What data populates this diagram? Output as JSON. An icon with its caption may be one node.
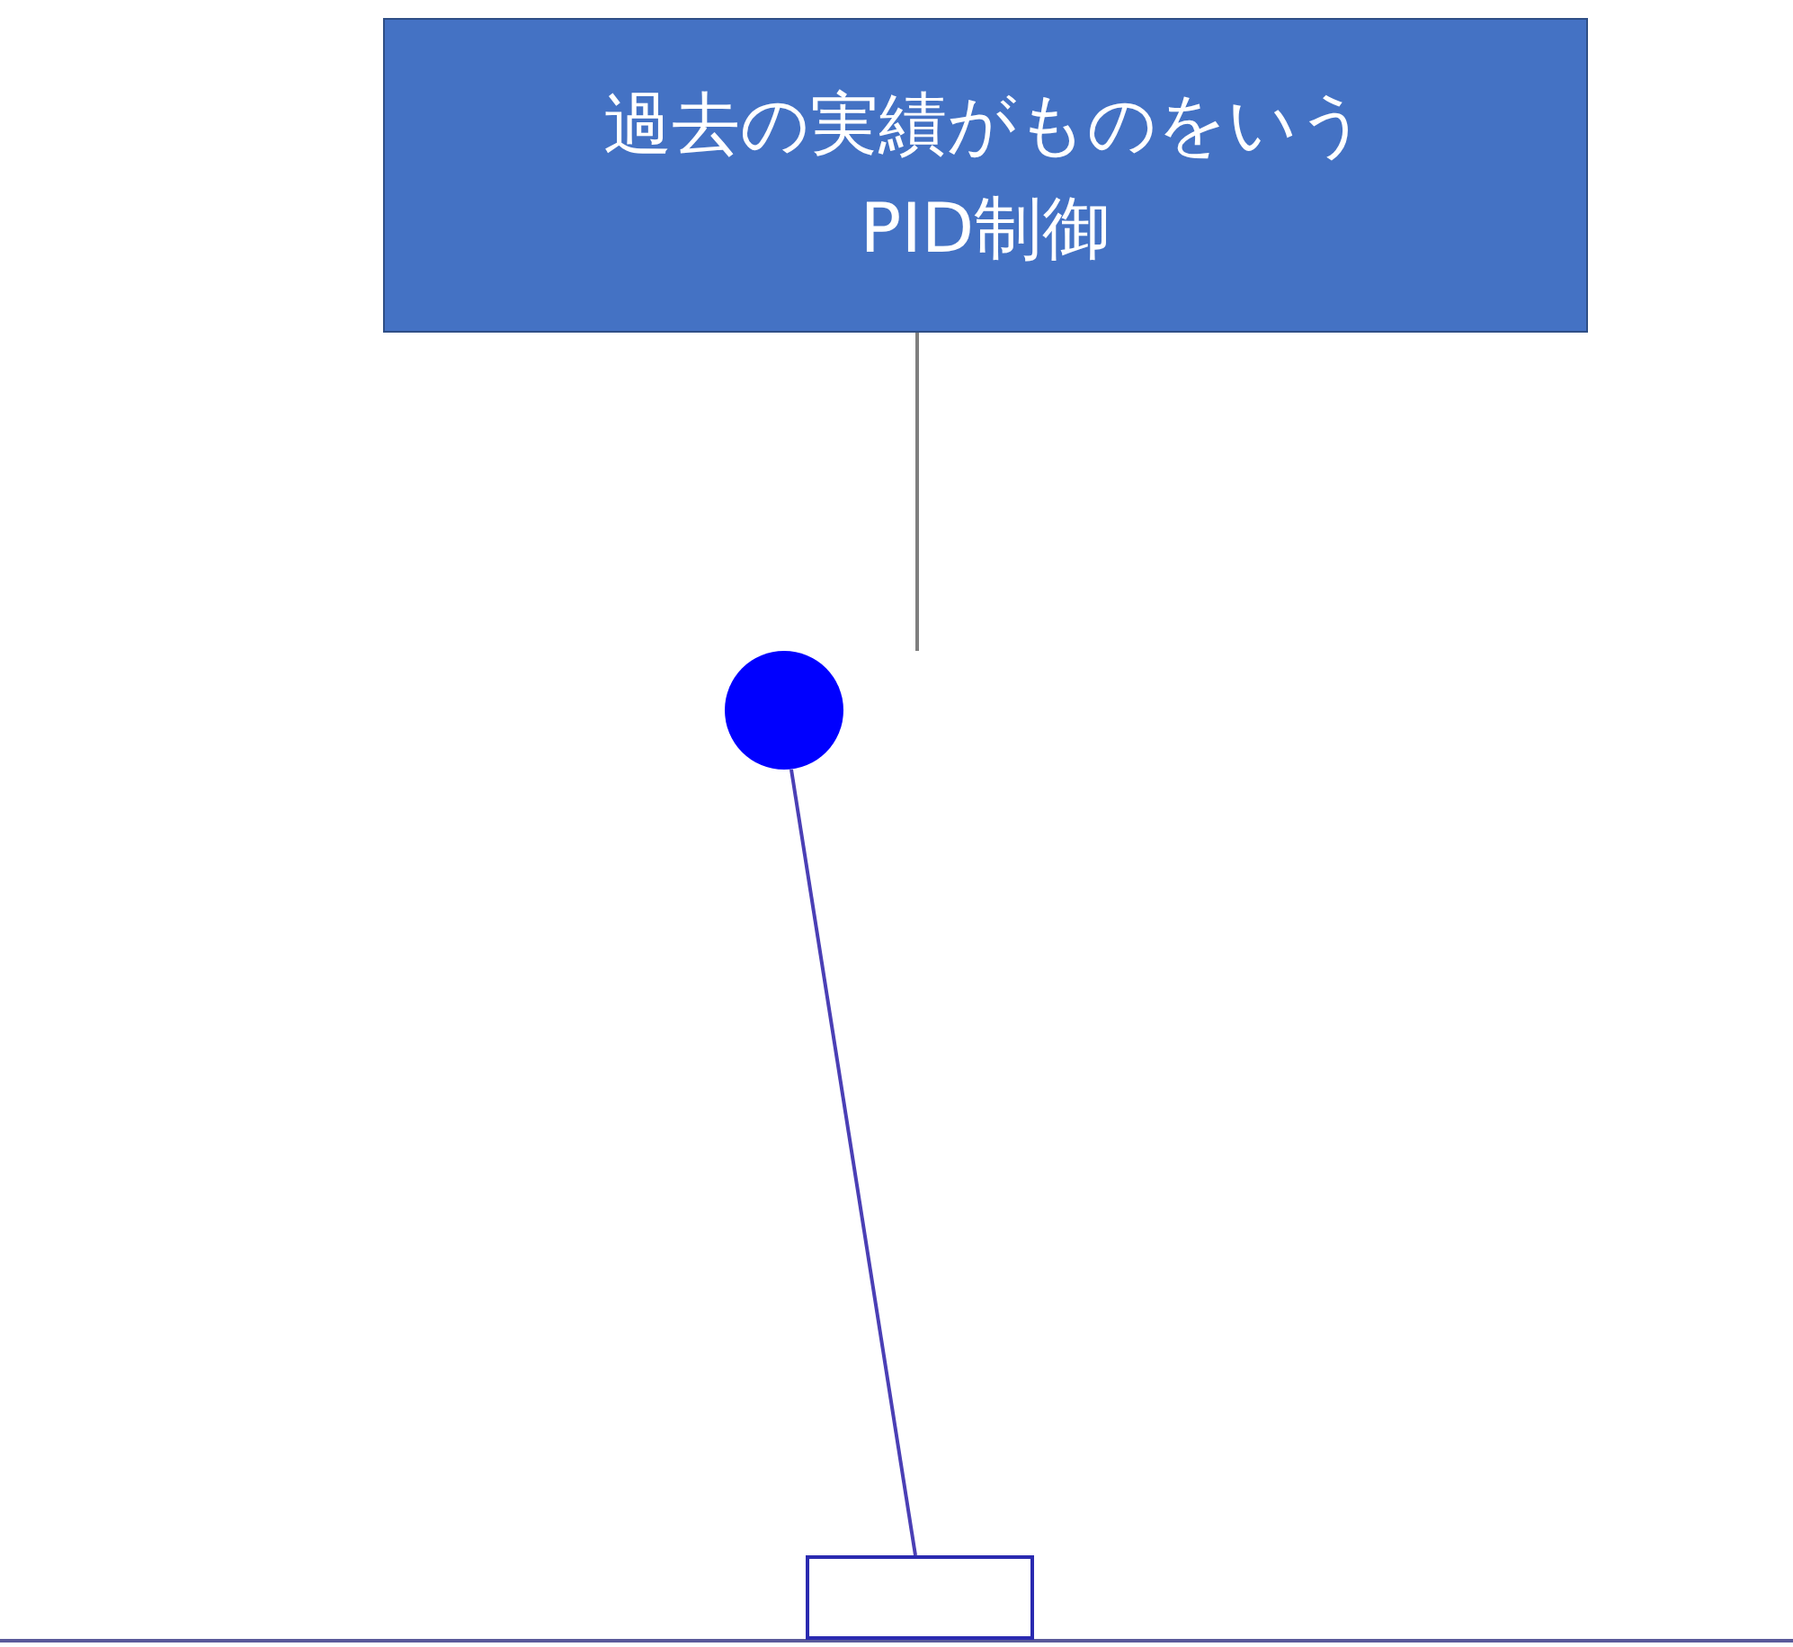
{
  "diagram": {
    "nodes": [
      {
        "text": [
          "過去の実績がものをいう PID制御"
        ]
      },
      {
        "text": [],
        "shape": "circle"
      },
      {
        "text": [],
        "shape": "box"
      }
    ],
    "edges": [
      {
        "from": 0,
        "to": null,
        "arrow": "none",
        "color": "#7f7f7f"
      },
      {
        "from": 1,
        "to": 2,
        "arrow": "none",
        "color": "#4a3fb5"
      }
    ]
  }
}
